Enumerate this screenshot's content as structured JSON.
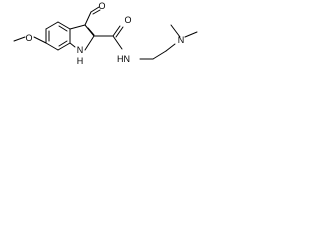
{
  "molecule": {
    "atom_labels": {
      "aldehyde_oxygen": "O",
      "ether_oxygen": "O",
      "indole_nh": "N",
      "indole_h": "H",
      "amide_oxygen": "O",
      "amide_nh": "HN",
      "dimethylamine_nitrogen": "N"
    }
  }
}
